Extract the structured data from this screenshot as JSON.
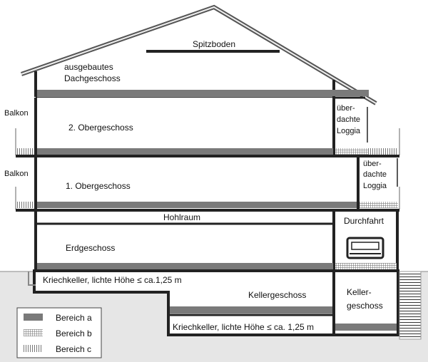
{
  "labels": {
    "spitzboden": "Spitzboden",
    "dach_line1": "ausgebautes",
    "dach_line2": "Dachgeschoss",
    "balkon_top": "Balkon",
    "balkon_bottom": "Balkon",
    "og2": "2. Obergeschoss",
    "og1": "1. Obergeschoss",
    "loggia2": [
      "über-",
      "dachte",
      "Loggia"
    ],
    "loggia1": [
      "über-",
      "dachte",
      "Loggia"
    ],
    "hohlraum": "Hohlraum",
    "durchfahrt": "Durchfahrt",
    "erdgeschoss": "Erdgeschoss",
    "kriechkeller_top": "Kriechkeller, lichte Höhe ≤ ca.1,25 m",
    "kellergeschoss": "Kellergeschoss",
    "keller_right": [
      "Keller-",
      "geschoss"
    ],
    "kriechkeller_bottom": "Kriechkeller, lichte Höhe ≤ ca. 1,25 m"
  },
  "legend": [
    {
      "label": "Bereich a",
      "pattern": "solid"
    },
    {
      "label": "Bereich b",
      "pattern": "grid"
    },
    {
      "label": "Bereich c",
      "pattern": "vertical"
    }
  ],
  "colors": {
    "wall": "#222222",
    "area_a": "#7a7a7a",
    "ground": "#e6e6e6"
  }
}
